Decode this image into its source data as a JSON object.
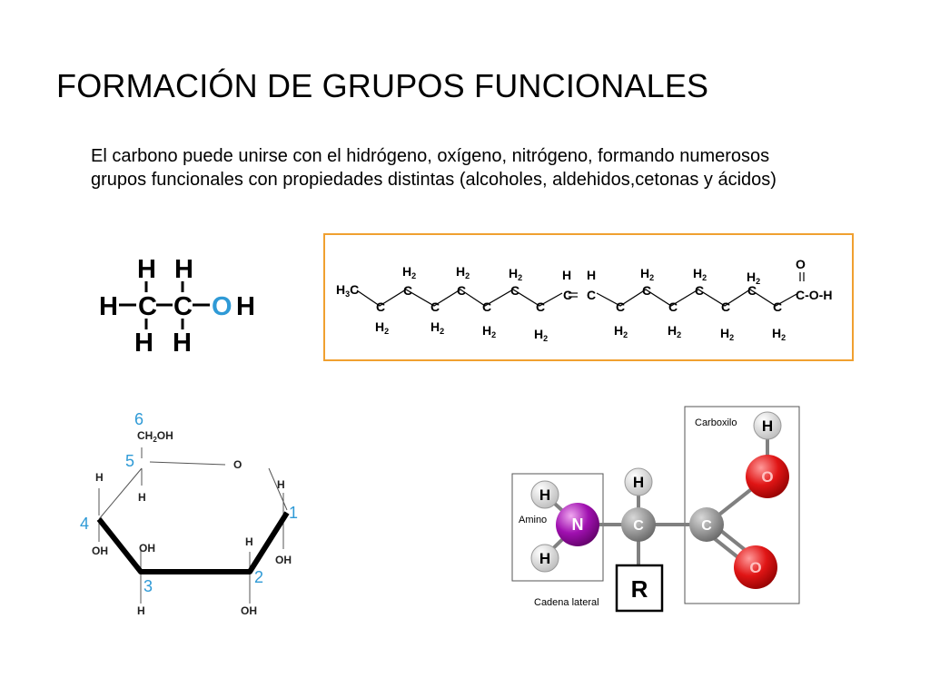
{
  "slide": {
    "title": "FORMACIÓN DE GRUPOS FUNCIONALES",
    "body": " El carbono puede unirse con el hidrógeno,  oxígeno, nitrógeno, formando numerosos grupos funcionales con propiedades distintas (alcoholes, aldehidos,cetonas y ácidos)"
  },
  "ethanol": {
    "H": "H",
    "C": "C",
    "O": "O",
    "OH_H": "H"
  },
  "fatty_acid": {
    "C": "C",
    "H": "H",
    "H2": "H",
    "sub2": "2",
    "H3C": "H",
    "sub3": "3",
    "H3C_C": "C",
    "O": "O",
    "COOH": "C-O-H",
    "double_bond": "="
  },
  "glucose": {
    "num1": "1",
    "num2": "2",
    "num3": "3",
    "num4": "4",
    "num5": "5",
    "num6": "6",
    "CH2OH": "CH",
    "CH2OH_sub": "2",
    "CH2OH_end": "OH",
    "O": "O",
    "H": "H",
    "OH": "OH"
  },
  "amino_acid": {
    "carboxilo": "Carboxilo",
    "amino": "Amino",
    "cadena_lateral": "Cadena lateral",
    "H": "H",
    "N": "N",
    "C": "C",
    "O": "O",
    "R": "R"
  }
}
